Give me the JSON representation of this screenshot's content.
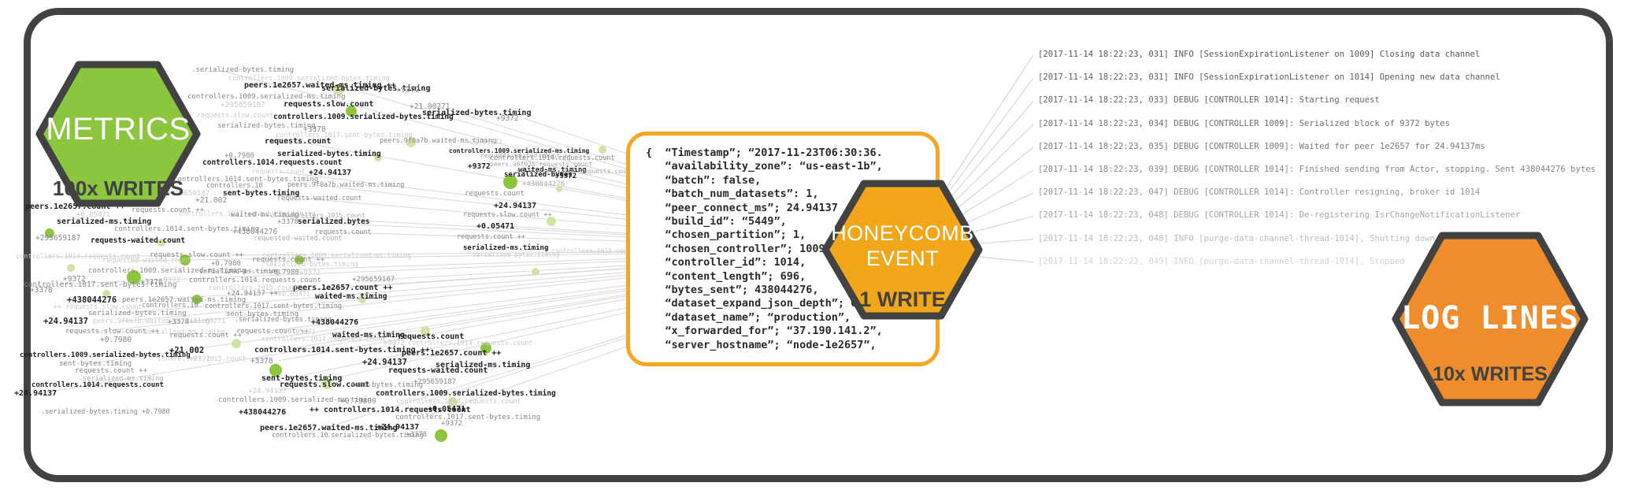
{
  "colors": {
    "charcoal": "#424242",
    "green": "#8CC63F",
    "green_light": "#CFE3A4",
    "amber": "#F5A623",
    "orange": "#EF8D2D",
    "line": "#d8d8d8"
  },
  "metrics_hex": {
    "label": "METRICS",
    "sub": "100x WRITES",
    "fill": "#8CC63F"
  },
  "honeycomb_hex": {
    "line1": "HONEYCOMB",
    "line2": "EVENT",
    "sub": "1 WRITE",
    "fill": "#F2A71B"
  },
  "loglines_hex": {
    "label": "LOG LINES",
    "sub": "10x WRITES",
    "fill": "#EF8D2D"
  },
  "event_json": {
    "lines": [
      "{  “Timestamp”; “2017-11-23T06:30:36.",
      "   “availability_zone”: “us-east-1b”,",
      "   “batch”: false,",
      "   “batch_num_datasets”: 1,",
      "   “peer_connect_ms”; 24.94137",
      "   “build_id”: “5449”,",
      "   “chosen_partition”; 1,",
      "   “chosen_controller”; 1009,",
      "   “controller_id”: 1014,",
      "   “content_length”; 696,",
      "   “bytes_sent”; 438044276,",
      "   “dataset_expand_json_depth”; 0,",
      "   “dataset_name”; “production”,",
      "   “x_forwarded_for”; “37.190.141.2”,",
      "   “server_hostname”; “node-1e2657”,"
    ]
  },
  "log_panel": {
    "lines": [
      {
        "text": "[2017-11-14 18:22:23, 031] INFO [SessionExpirationListener on 1009] Closing data channel",
        "color": "#575757"
      },
      {
        "text": "[2017-11-14 18:22:23, 031] INFO [SessionExpirationListener on 1014] Opening new data channel",
        "color": "#5e5e5e"
      },
      {
        "text": "[2017-11-14 18:22:23, 033] DEBUG [CONTROLLER 1014]: Starting request",
        "color": "#676767"
      },
      {
        "text": "[2017-11-14 18:22:23, 034] DEBUG [CONTROLLER 1009]: Serialized block of 9372 bytes",
        "color": "#707070"
      },
      {
        "text": "[2017-11-14 18:22:23, 035] DEBUG [CONTROLLER 1009]: Waited for peer 1e2657 for 24.94137ms",
        "color": "#7a7a7a"
      },
      {
        "text": "[2017-11-14 18:22:23, 039] DEBUG [CONTROLLER 1014]: Finished sending from Actor, stopping. Sent 438044276 bytes",
        "color": "#868686"
      },
      {
        "text": "[2017-11-14 18:22:23, 047] DEBUG [CONTROLLER 1014]: Controller resigning, broker id 1014",
        "color": "#959595"
      },
      {
        "text": "[2017-11-14 18:22:23, 048] DEBUG [CONTROLLER 1014]: De-registering IsrChangeNotificationListener",
        "color": "#a6a6a6"
      },
      {
        "text": "[2017-11-14 18:22:23, 048] INFO [purge-data-channel-thread-1014], Shutting down",
        "color": "#bdbdbd"
      },
      {
        "text": "[2017-11-14 18:22:23, 049] INFO [purge-data-channel-thread-1014], Stopped",
        "color": "#d2d2d2"
      }
    ]
  },
  "wordcloud": {
    "items": [
      [
        ".serialized-bytes.timing",
        243,
        85,
        9,
        "d"
      ],
      [
        "controllers.1009.serialized-bytes.timing",
        290,
        96,
        8.5,
        "l"
      ],
      [
        "peers.1e2657.waited-ms.timing ++",
        310,
        104,
        10,
        "b"
      ],
      [
        "controllers.1009.serialized-ms.timing",
        238,
        119,
        9,
        "d"
      ],
      [
        "serialized-bytes.timing",
        408,
        108,
        10,
        "b"
      ],
      [
        "+9372",
        503,
        110,
        10,
        "d"
      ],
      [
        "+295659187",
        280,
        129,
        9.5,
        "l"
      ],
      [
        "requests.slow.count",
        360,
        128,
        10,
        "b"
      ],
      [
        "+21.00271",
        520,
        131,
        9.5,
        "d"
      ],
      [
        "requests.slow.count",
        250,
        143,
        8.5,
        "l"
      ],
      [
        "controllers.1009.serialized-bytes.timing",
        347,
        144,
        9.5,
        "b"
      ],
      [
        "serialized-bytes.timing",
        536,
        139,
        10,
        "b"
      ],
      [
        "+9372",
        630,
        146,
        9.5,
        "d"
      ],
      [
        "serialized-bytes.timing",
        276,
        156,
        9,
        "d"
      ],
      [
        "+3378",
        385,
        160,
        9.5,
        "d"
      ],
      [
        "controllers.1017.sent-bytes.timing",
        350,
        168,
        8.5,
        "l"
      ],
      [
        "requests.count",
        336,
        175,
        10,
        "b"
      ],
      [
        "peers.9f0a7b.waited-ms.timing",
        482,
        175,
        8.5,
        "d"
      ],
      [
        "+21.00271",
        592,
        177,
        8.5,
        "l"
      ],
      [
        "controllers.1009.serialized-ms.timing",
        570,
        188,
        8,
        "b"
      ],
      [
        "requests-waited.count ++",
        610,
        194,
        8,
        "m"
      ],
      [
        "controllers.1014.requests.count",
        622,
        197,
        8.5,
        "d"
      ],
      [
        "peers.a6f93b.requests.count",
        622,
        205,
        8,
        "m"
      ],
      [
        "+9372",
        594,
        207,
        9.5,
        "b"
      ],
      [
        "waited-ms.timing",
        658,
        212,
        9,
        "b"
      ],
      [
        "controllers.1014.requests.count",
        655,
        214,
        8,
        "m"
      ],
      [
        "serialized-bytes",
        640,
        218,
        9,
        "b"
      ],
      [
        "+9372",
        705,
        220,
        9,
        "b"
      ],
      [
        "+438044276",
        663,
        230,
        9,
        "m"
      ],
      [
        "requests.count",
        590,
        242,
        9,
        "d"
      ],
      [
        "+24.94137",
        627,
        257,
        10,
        "b"
      ],
      [
        "requests.slow.count ++",
        588,
        269,
        8.5,
        "d"
      ],
      [
        "+0.05471",
        605,
        283,
        10,
        "b"
      ],
      [
        "requests.count ++",
        580,
        297,
        8.5,
        "d"
      ],
      [
        "serialized-ms.timing",
        588,
        311,
        9,
        "b"
      ],
      [
        "serialized-bytes.timing",
        600,
        320,
        8,
        "l"
      ],
      [
        "controllers.1015.count",
        700,
        315,
        8,
        "l"
      ],
      [
        "+0.7980",
        285,
        194,
        9,
        "d"
      ],
      [
        "serialized-bytes.timing",
        352,
        191,
        9.5,
        "b"
      ],
      [
        "controllers.1014.requests.count",
        257,
        202,
        9.5,
        "b"
      ],
      [
        "requests.count ++",
        320,
        214,
        8,
        "l"
      ],
      [
        "+24.94137",
        392,
        215,
        10,
        "b"
      ],
      [
        "controllers.1014.sent-bytes.timing",
        220,
        224,
        9,
        "d"
      ],
      [
        "controllers.10",
        262,
        232,
        8.5,
        "d"
      ],
      [
        "peers.9f0a7b.waited-ms.timing",
        365,
        231,
        8.5,
        "d"
      ],
      [
        "+295659187",
        212,
        242,
        9,
        "l"
      ],
      [
        "sent-bytes.timing",
        283,
        241,
        9.5,
        "b"
      ],
      [
        "+21.002",
        248,
        250,
        9.5,
        "d"
      ],
      [
        "requests-waited.count",
        352,
        248,
        8.5,
        "d"
      ],
      [
        "peers.1e2657.count ++",
        32,
        258,
        10,
        "b"
      ],
      [
        "requests.count ++",
        167,
        263,
        9,
        "d"
      ],
      [
        "controllers.1017.sent-bytes.timing",
        227,
        268,
        8.5,
        "l"
      ],
      [
        "waited-ms.timing",
        293,
        269,
        9,
        "d"
      ],
      [
        "controllers.1015.count",
        358,
        270,
        8,
        "m"
      ],
      [
        "+0.05471",
        97,
        269,
        9,
        "l"
      ],
      [
        "serialized-ms.timing",
        72,
        277,
        10,
        "b"
      ],
      [
        "+3378",
        352,
        278,
        9,
        "d"
      ],
      [
        "serialized.bytes",
        378,
        277,
        9.5,
        "b"
      ],
      [
        "controllers.1014.sent-bytes.timing",
        145,
        287,
        9,
        "d"
      ],
      [
        "+438044276",
        295,
        290,
        9.5,
        "d"
      ],
      [
        "requests.count",
        400,
        291,
        8.5,
        "d"
      ],
      [
        "+295659187",
        45,
        298,
        9.5,
        "d"
      ],
      [
        "requests-waited.count",
        115,
        301,
        9.5,
        "b"
      ],
      [
        "requested-waited.count",
        322,
        299,
        8.5,
        "m"
      ],
      [
        "controllers.1014.requests.count",
        20,
        322,
        8.5,
        "l"
      ],
      [
        "requests.slow.count ++",
        190,
        320,
        9,
        "d"
      ],
      [
        "controllers.1009.serialized-ms.timing",
        333,
        321,
        8.5,
        "l"
      ],
      [
        "requests.count ++",
        320,
        326,
        9,
        "d"
      ],
      [
        "requested-waited.count",
        130,
        327,
        8.5,
        "l"
      ],
      [
        "+0.7980",
        268,
        331,
        9,
        "d"
      ],
      [
        "serialized-bytes.timing",
        337,
        332,
        8.5,
        "l"
      ],
      [
        "controllers.1009.serialized-ms.timing",
        112,
        340,
        9,
        "d"
      ],
      [
        "serialized-ms.timing",
        253,
        341,
        8.5,
        "d"
      ],
      [
        "+0.7980",
        342,
        342,
        9,
        "d"
      ],
      [
        "+9372",
        380,
        343,
        9,
        "l"
      ],
      [
        "+9372",
        80,
        350,
        9.5,
        "d"
      ],
      [
        "controllers.1017.sent-bytes.timing",
        30,
        357,
        9.5,
        "d"
      ],
      [
        "+3378",
        178,
        354,
        9.5,
        "d"
      ],
      [
        "+9372",
        202,
        352,
        9,
        "l"
      ],
      [
        "controllers.1014.requests.count",
        240,
        352,
        9,
        "d"
      ],
      [
        "+295659187",
        447,
        351,
        9,
        "d"
      ],
      [
        "peers.1e2657.count ++",
        372,
        361,
        10,
        "b"
      ],
      [
        "controllers.1015.count",
        265,
        362,
        8.5,
        "l"
      ],
      [
        "+3378",
        38,
        364,
        9.5,
        "d"
      ],
      [
        "+24.94137 ++",
        288,
        369,
        9,
        "d"
      ],
      [
        "+0.05471",
        353,
        370,
        8.5,
        "l"
      ],
      [
        "waited-ms.timing",
        400,
        372,
        9.5,
        "b"
      ],
      [
        "+438044276",
        85,
        376,
        10.5,
        "b"
      ],
      [
        "peers.1e2657.waited-ms.timing",
        155,
        377,
        9,
        "d"
      ],
      [
        "controllers.10",
        180,
        384,
        8.5,
        "d"
      ],
      [
        "controllers.1017.sent-bytes.timing",
        260,
        385,
        8.5,
        "d"
      ],
      [
        "++ requests.slow.count",
        68,
        386,
        8.5,
        "l"
      ],
      [
        "serialized-bytes.timing",
        112,
        394,
        9,
        "d"
      ],
      [
        "sent-bytes.timing",
        287,
        395,
        9,
        "d"
      ],
      [
        ".serialized-bytes.timing",
        298,
        402,
        8.5,
        "d"
      ],
      [
        "+24.94137",
        55,
        403,
        10.5,
        "b"
      ],
      [
        "peers.9f0a7b.waited-ms.timing",
        118,
        404,
        8.5,
        "l"
      ],
      [
        "+3378",
        213,
        405,
        9,
        "d"
      ],
      [
        "+21.00271",
        240,
        404,
        8.5,
        "l"
      ],
      [
        "+438044276",
        395,
        405,
        10,
        "b"
      ],
      [
        "requests.slow.count ++",
        83,
        417,
        9,
        "d"
      ],
      [
        "serialized-ms.timing",
        183,
        418,
        8.5,
        "l"
      ],
      [
        "requests.count ++",
        215,
        422,
        9,
        "d"
      ],
      [
        "+0.7980",
        127,
        427,
        9.5,
        "d"
      ],
      [
        "requests.count ++",
        300,
        417,
        9,
        "d"
      ],
      [
        "+0.05471",
        360,
        418,
        8.5,
        "l"
      ],
      [
        "waited-ms.timing",
        422,
        421,
        9.5,
        "b"
      ],
      [
        "requests.count",
        505,
        423,
        10,
        "b"
      ],
      [
        "controllers.1014.requests.count",
        332,
        427,
        8.5,
        "l"
      ],
      [
        "+9372",
        487,
        432,
        9,
        "l"
      ],
      [
        "controllers.1014.requests.count",
        518,
        432,
        8.5,
        "l"
      ],
      [
        "+21.002",
        215,
        440,
        10.5,
        "b"
      ],
      [
        "controllers.1014.sent-bytes.timing ++",
        323,
        440,
        10,
        "b"
      ],
      [
        "peers.1e2657.count ++",
        510,
        444,
        10,
        "b"
      ],
      [
        "controllers.1015.count ++",
        200,
        452,
        8.5,
        "l"
      ],
      [
        "+9372",
        240,
        452,
        9,
        "l"
      ],
      [
        "+3378",
        318,
        454,
        9.5,
        "d"
      ],
      [
        "+24.94137",
        460,
        455,
        10.5,
        "b"
      ],
      [
        "serialized-ms.timing",
        553,
        459,
        10,
        "b"
      ],
      [
        "requests-waited.count",
        493,
        466,
        10,
        "b"
      ],
      [
        "sent-bytes.timing",
        332,
        476,
        10,
        "b"
      ],
      [
        "+295659187",
        525,
        481,
        9,
        "d"
      ],
      [
        "requests.slow.count",
        355,
        484,
        10,
        "b"
      ],
      [
        "sent-bytes.timing",
        445,
        485,
        9,
        "d"
      ],
      [
        "+24.94137",
        315,
        493,
        9,
        "l"
      ],
      [
        "controllers.1009.serialized-bytes.timing",
        477,
        495,
        9.5,
        "b"
      ],
      [
        "controllers.1009.serialized-ms.timing",
        277,
        504,
        9,
        "d"
      ],
      [
        "+0.7980",
        432,
        505,
        9.5,
        "d"
      ],
      [
        "controllers.1014.requests.count",
        503,
        506,
        8.5,
        "l"
      ],
      [
        "++ controllers.1014.requests.count",
        393,
        516,
        10,
        "b"
      ],
      [
        "+0.05471",
        543,
        515,
        10,
        "b"
      ],
      [
        "+438044276",
        303,
        519,
        10,
        "b"
      ],
      [
        "controllers.1017.sent-bytes.timing",
        502,
        526,
        9,
        "d"
      ],
      [
        "+9372",
        560,
        534,
        9,
        "d"
      ],
      [
        "peers.1e2657.waited-ms.timing",
        330,
        539,
        10,
        "b"
      ],
      [
        "+24.94137",
        478,
        538,
        10,
        "b"
      ],
      [
        "controllers.10",
        345,
        549,
        8.5,
        "d"
      ],
      [
        ".serialized-bytes.timing",
        415,
        549,
        8.5,
        "d"
      ],
      [
        "+3378",
        515,
        548,
        9,
        "d"
      ],
      [
        "controllers.1009.serialized-bytes.timing",
        25,
        447,
        9,
        "b"
      ],
      [
        "sent-bytes.timing",
        75,
        458,
        9,
        "d"
      ],
      [
        "requests.count ++",
        95,
        467,
        9,
        "d"
      ],
      [
        ".serialized-ms.timing",
        100,
        477,
        8.5,
        "m"
      ],
      [
        "controllers.1014.requests.count",
        40,
        485,
        9,
        "b"
      ],
      [
        "+24.94137",
        18,
        495,
        10,
        "b"
      ],
      [
        ".serialized-bytes.timing +0.7980",
        52,
        519,
        8.5,
        "d"
      ]
    ],
    "dots": [
      [
        430,
        114,
        7,
        1
      ],
      [
        446,
        141,
        7,
        0
      ],
      [
        522,
        181,
        6,
        1
      ],
      [
        648,
        231,
        9,
        0
      ],
      [
        700,
        281,
        6,
        1
      ],
      [
        63,
        296,
        6,
        0
      ],
      [
        235,
        330,
        7,
        0
      ],
      [
        170,
        352,
        9,
        0
      ],
      [
        135,
        373,
        5,
        1
      ],
      [
        300,
        436,
        6,
        1
      ],
      [
        350,
        470,
        8,
        0
      ],
      [
        415,
        487,
        7,
        1
      ],
      [
        560,
        553,
        8,
        0
      ],
      [
        617,
        442,
        7,
        0
      ],
      [
        680,
        345,
        5,
        1
      ],
      [
        480,
        200,
        5,
        1
      ],
      [
        765,
        190,
        5,
        1
      ],
      [
        710,
        240,
        4,
        1
      ],
      [
        205,
        308,
        5,
        1
      ],
      [
        90,
        340,
        5,
        1
      ],
      [
        540,
        420,
        6,
        1
      ],
      [
        250,
        380,
        6,
        0
      ],
      [
        575,
        510,
        6,
        1
      ],
      [
        460,
        380,
        5,
        1
      ],
      [
        380,
        330,
        6,
        0
      ]
    ]
  }
}
